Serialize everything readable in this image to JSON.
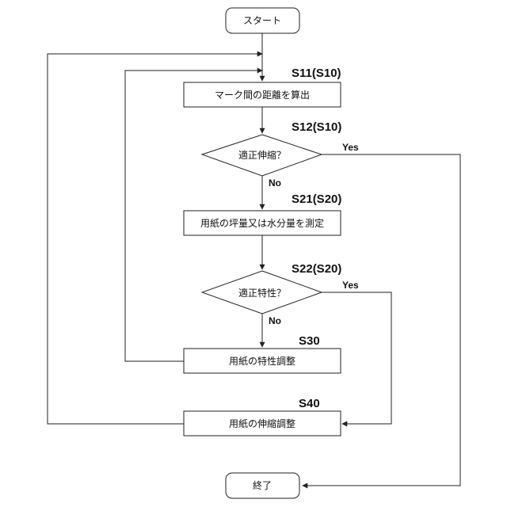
{
  "flowchart": {
    "start": "スタート",
    "end": "終了",
    "steps": {
      "s11": {
        "id": "S11(S10)",
        "text": "マーク間の距離を算出"
      },
      "s12": {
        "id": "S12(S10)",
        "text": "適正伸縮？"
      },
      "s21": {
        "id": "S21(S20)",
        "text": "用紙の坪量又は水分量を測定"
      },
      "s22": {
        "id": "S22(S20)",
        "text": "適正特性？"
      },
      "s30": {
        "id": "S30",
        "text": "用紙の特性調整"
      },
      "s40": {
        "id": "S40",
        "text": "用紙の伸縮調整"
      }
    },
    "labels": {
      "s12_yes": "Yes",
      "s12_no": "No",
      "s22_yes": "Yes",
      "s22_no": "No"
    }
  }
}
